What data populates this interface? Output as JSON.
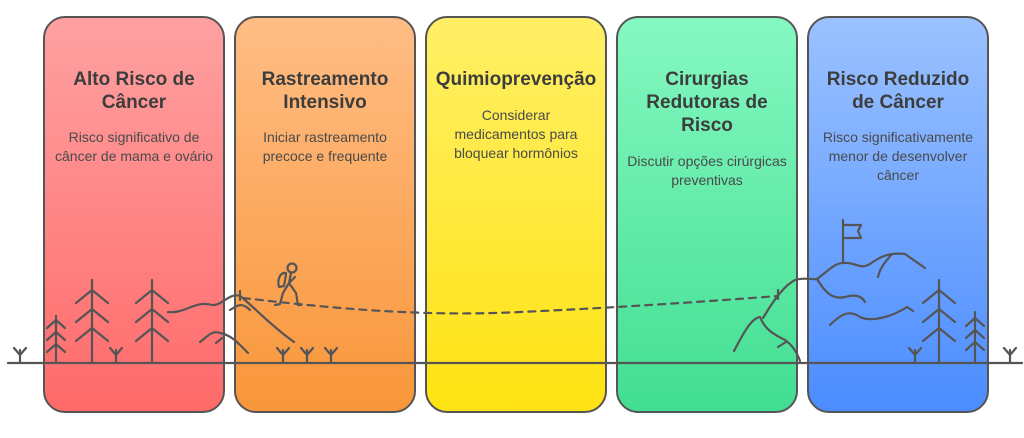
{
  "diagram": {
    "type": "journey-stages",
    "stages": [
      {
        "title": "Alto Risco de Câncer",
        "description": "Risco significativo de câncer de mama e ovário",
        "color_top": "#ffa1a1",
        "color_bottom": "#ff6a6a"
      },
      {
        "title": "Rastreamento Intensivo",
        "description": "Iniciar rastreamento precoce e frequente",
        "color_top": "#ffbd85",
        "color_bottom": "#f9963a"
      },
      {
        "title": "Quimioprevenção",
        "description": "Considerar medicamentos para bloquear hormônios",
        "color_top": "#ffef66",
        "color_bottom": "#ffe312"
      },
      {
        "title": "Cirurgias Redutoras de Risco",
        "description": "Discutir opções cirúrgicas preventivas",
        "color_top": "#85f8c1",
        "color_bottom": "#42de92"
      },
      {
        "title": "Risco Reduzido de Câncer",
        "description": "Risco significativamente menor de desenvolver câncer",
        "color_top": "#9bc2ff",
        "color_bottom": "#4b8cff"
      }
    ],
    "icons": [
      "pine-tree-icon",
      "hiker-icon",
      "mountain-icon",
      "flag-icon",
      "grass-sprout-icon"
    ],
    "line_color": "#555555"
  }
}
